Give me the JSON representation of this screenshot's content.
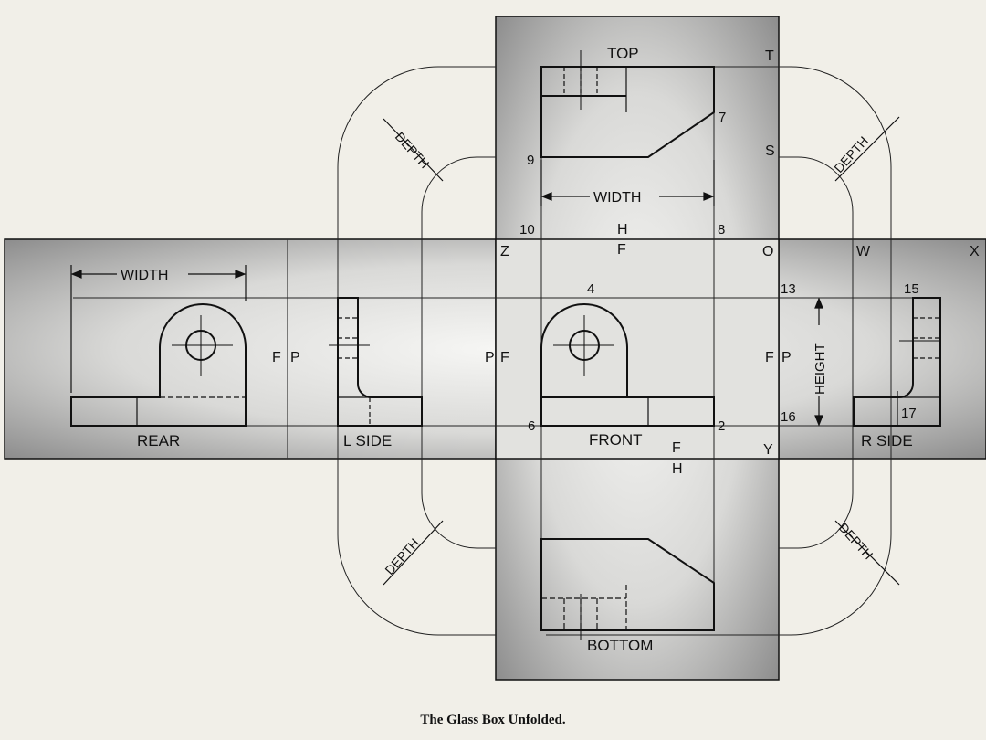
{
  "views": {
    "top": "TOP",
    "bottom": "BOTTOM",
    "front": "FRONT",
    "rear": "REAR",
    "left_side": "L SIDE",
    "right_side": "R SIDE"
  },
  "dimensions": {
    "width": "WIDTH",
    "height": "HEIGHT",
    "depth": "DEPTH"
  },
  "plane_letters": {
    "frontal": "F",
    "horizontal": "H",
    "profile": "P"
  },
  "corner_letters": {
    "t": "T",
    "s": "S",
    "z": "Z",
    "o": "O",
    "w": "W",
    "x": "X",
    "y": "Y"
  },
  "point_numbers": {
    "n2": "2",
    "n4": "4",
    "n6": "6",
    "n7": "7",
    "n8": "8",
    "n9": "9",
    "n10": "10",
    "n13": "13",
    "n15": "15",
    "n16": "16",
    "n17": "17"
  },
  "caption": "The Glass Box Unfolded.",
  "colors": {
    "paper": "#f1efe8",
    "panel": "#cfcfcf",
    "ink": "#111111"
  }
}
